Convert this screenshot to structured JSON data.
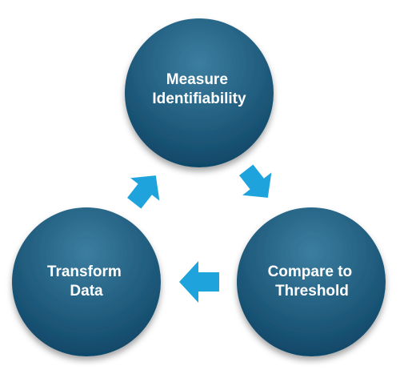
{
  "diagram": {
    "nodes": [
      {
        "id": "measure",
        "lines": [
          "Measure",
          "Identifiability"
        ]
      },
      {
        "id": "compare",
        "lines": [
          "Compare to",
          "Threshold"
        ]
      },
      {
        "id": "transform",
        "lines": [
          "Transform",
          "Data"
        ]
      }
    ],
    "colors": {
      "circle_light": "#3c7ea0",
      "circle_dark": "#0d4465",
      "arrow": "#1fa3dc",
      "text": "#ffffff"
    },
    "arrows": [
      {
        "from": "measure",
        "to": "compare"
      },
      {
        "from": "compare",
        "to": "transform"
      },
      {
        "from": "transform",
        "to": "measure"
      }
    ]
  }
}
